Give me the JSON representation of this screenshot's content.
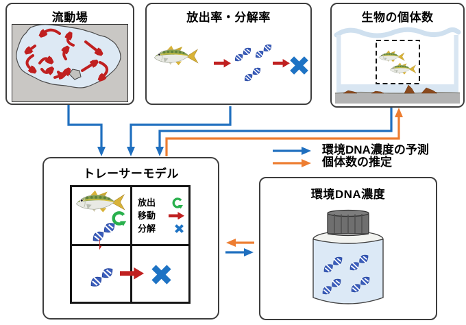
{
  "panels": {
    "flow_field": {
      "title": "流動場"
    },
    "rates": {
      "title": "放出率・分解率"
    },
    "population": {
      "title": "生物の個体数"
    },
    "tracer_model": {
      "title": "トレーサーモデル",
      "process_legend": [
        {
          "label": "放出",
          "icon": "green-cycle-arrow"
        },
        {
          "label": "移動",
          "icon": "red-arrow"
        },
        {
          "label": "分解",
          "icon": "blue-x"
        }
      ]
    },
    "edna": {
      "title": "環境DNA濃度"
    }
  },
  "flow_legend": [
    {
      "label": "環境DNA濃度の予測",
      "color": "#1f6fbf"
    },
    {
      "label": "個体数の推定",
      "color": "#ed7d31"
    }
  ],
  "colors": {
    "prediction_blue": "#1f6fbf",
    "estimation_orange": "#ed7d31",
    "process_red": "#c02020",
    "release_green": "#29b04d",
    "dna_blue": "#3a5dbc",
    "decay_x_blue": "#1e73c4",
    "lake_fill": "#dde9f4",
    "map_gray": "#c9c7c4",
    "seabed_gray": "#b3b3b3",
    "rock_brown": "#8a4a1e"
  },
  "icons": [
    "fish-icon",
    "dna-icon",
    "green-cycle-arrow-icon",
    "red-arrow-icon",
    "blue-x-icon",
    "flow-arrow-icon",
    "sample-bottle-icon",
    "island-icon",
    "seabed-rock-icon",
    "water-wave-icon"
  ]
}
